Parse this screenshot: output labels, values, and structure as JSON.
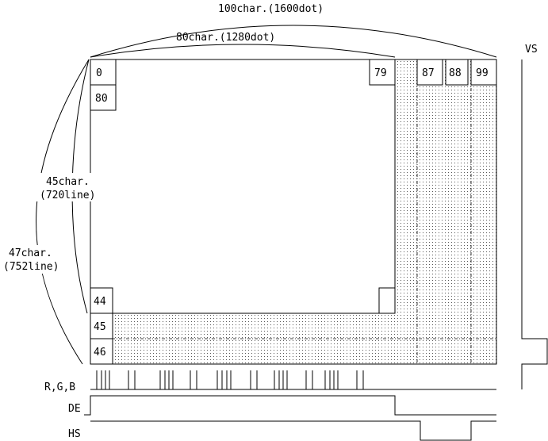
{
  "dimensions": {
    "width_full": "100char.(1600dot)",
    "width_active": "80char.(1280dot)",
    "height_active_a": "45char.",
    "height_active_b": "(720line)",
    "height_full_a": "47char.",
    "height_full_b": "(752line)"
  },
  "cells": {
    "c0": "0",
    "c79": "79",
    "c87": "87",
    "c88": "88",
    "c99": "99",
    "c80": "80",
    "c44": "44",
    "c45": "45",
    "c46": "46"
  },
  "signals": {
    "vs": "VS",
    "rgb": "R,G,B",
    "de": "DE",
    "hs": "HS"
  }
}
